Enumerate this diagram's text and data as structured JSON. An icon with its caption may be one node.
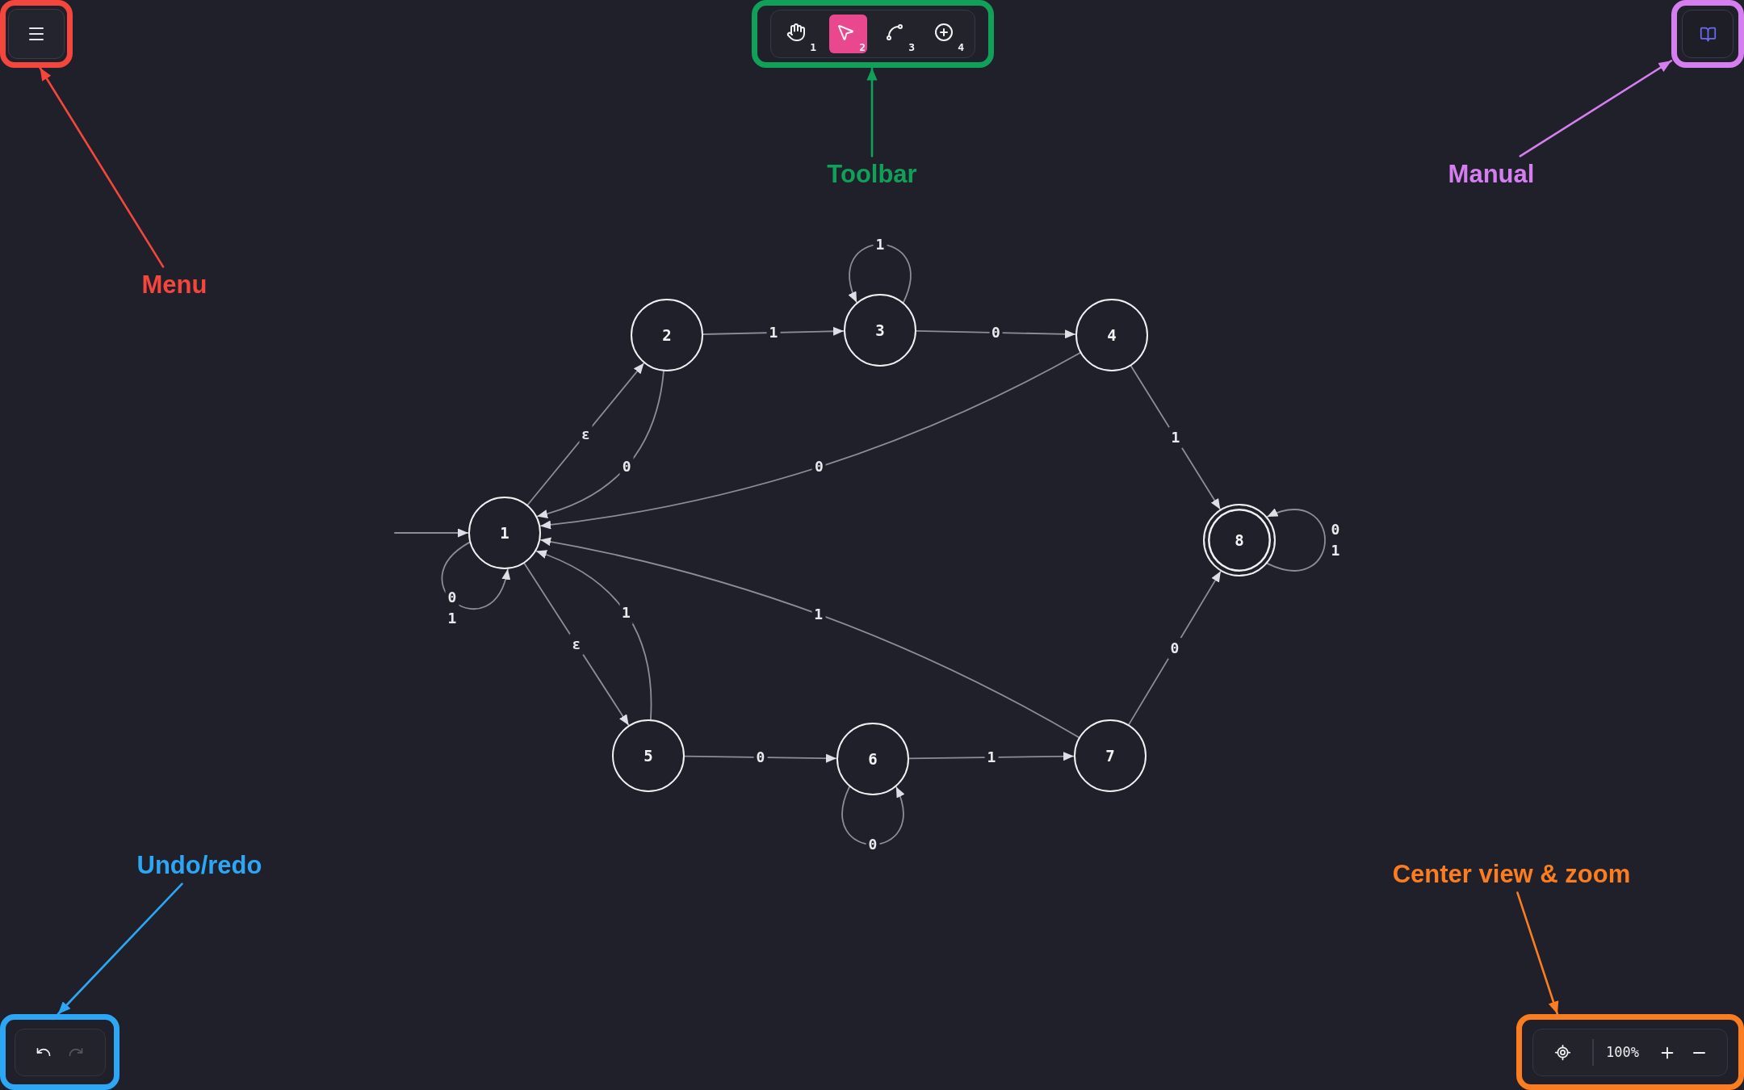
{
  "diagram": {
    "nodes": [
      {
        "text": [],
        "shape": "box"
      },
      {
        "text": [],
        "shape": "box"
      },
      {
        "text": [],
        "shape": "box"
      },
      {
        "text": [
          "Toolbar"
        ]
      },
      {
        "text": [
          "Manual"
        ]
      },
      {
        "text": [
          "Menu"
        ]
      },
      {
        "text": [
          "1"
        ]
      },
      {
        "text": [
          "2"
        ]
      },
      {
        "text": [
          "3"
        ]
      },
      {
        "text": [
          "4"
        ]
      },
      {
        "text": [
          "5"
        ]
      },
      {
        "text": [
          "6"
        ]
      },
      {
        "text": [
          "7"
        ]
      },
      {
        "text": [
          "8"
        ]
      },
      {
        "text": [
          "Undo/redo"
        ]
      },
      {
        "text": [
          "Center view & zoom"
        ]
      },
      {
        "text": [],
        "shape": "box"
      },
      {
        "text": [],
        "shape": "box"
      }
    ],
    "edges": [
      {
        "from": null,
        "to": 6,
        "arrow": "to"
      },
      {
        "from": 6,
        "to": 6,
        "label": "0 1",
        "arrow": "to"
      },
      {
        "from": 6,
        "to": 7,
        "label": "ε",
        "arrow": "to"
      },
      {
        "from": 7,
        "to": 6,
        "label": "0",
        "arrow": "to"
      },
      {
        "from": 7,
        "to": 8,
        "label": "1",
        "arrow": "to"
      },
      {
        "from": 8,
        "to": 8,
        "label": "1",
        "arrow": "to"
      },
      {
        "from": 8,
        "to": 9,
        "label": "0",
        "arrow": "to"
      },
      {
        "from": 9,
        "to": 6,
        "label": "0",
        "arrow": "to"
      },
      {
        "from": 9,
        "to": 13,
        "label": "1",
        "arrow": "to"
      },
      {
        "from": 13,
        "to": 13,
        "label": "0 1",
        "arrow": "to"
      },
      {
        "from": 6,
        "to": 10,
        "label": "ε",
        "arrow": "to"
      },
      {
        "from": 10,
        "to": 6,
        "label": "1",
        "arrow": "to"
      },
      {
        "from": 10,
        "to": 11,
        "label": "0",
        "arrow": "to"
      },
      {
        "from": 11,
        "to": 11,
        "label": "0",
        "arrow": "to"
      },
      {
        "from": 11,
        "to": 12,
        "label": "1",
        "arrow": "to"
      },
      {
        "from": 12,
        "to": 6,
        "label": "1",
        "arrow": "to"
      },
      {
        "from": 12,
        "to": 13,
        "label": "0",
        "arrow": "to"
      },
      {
        "from": 5,
        "to": 0,
        "arrow": "to",
        "color": "#f4463c"
      },
      {
        "from": 3,
        "to": 1,
        "arrow": "to",
        "color": "#11a05a"
      },
      {
        "from": 4,
        "to": 2,
        "arrow": "to",
        "color": "#d57ef0"
      },
      {
        "from": 14,
        "to": 16,
        "arrow": "to",
        "color": "#2ca6f5"
      },
      {
        "from": 15,
        "to": 17,
        "arrow": "to",
        "color": "#fb7d20"
      }
    ],
    "labels": [
      "1",
      "2",
      "3",
      "4",
      "100%"
    ]
  }
}
